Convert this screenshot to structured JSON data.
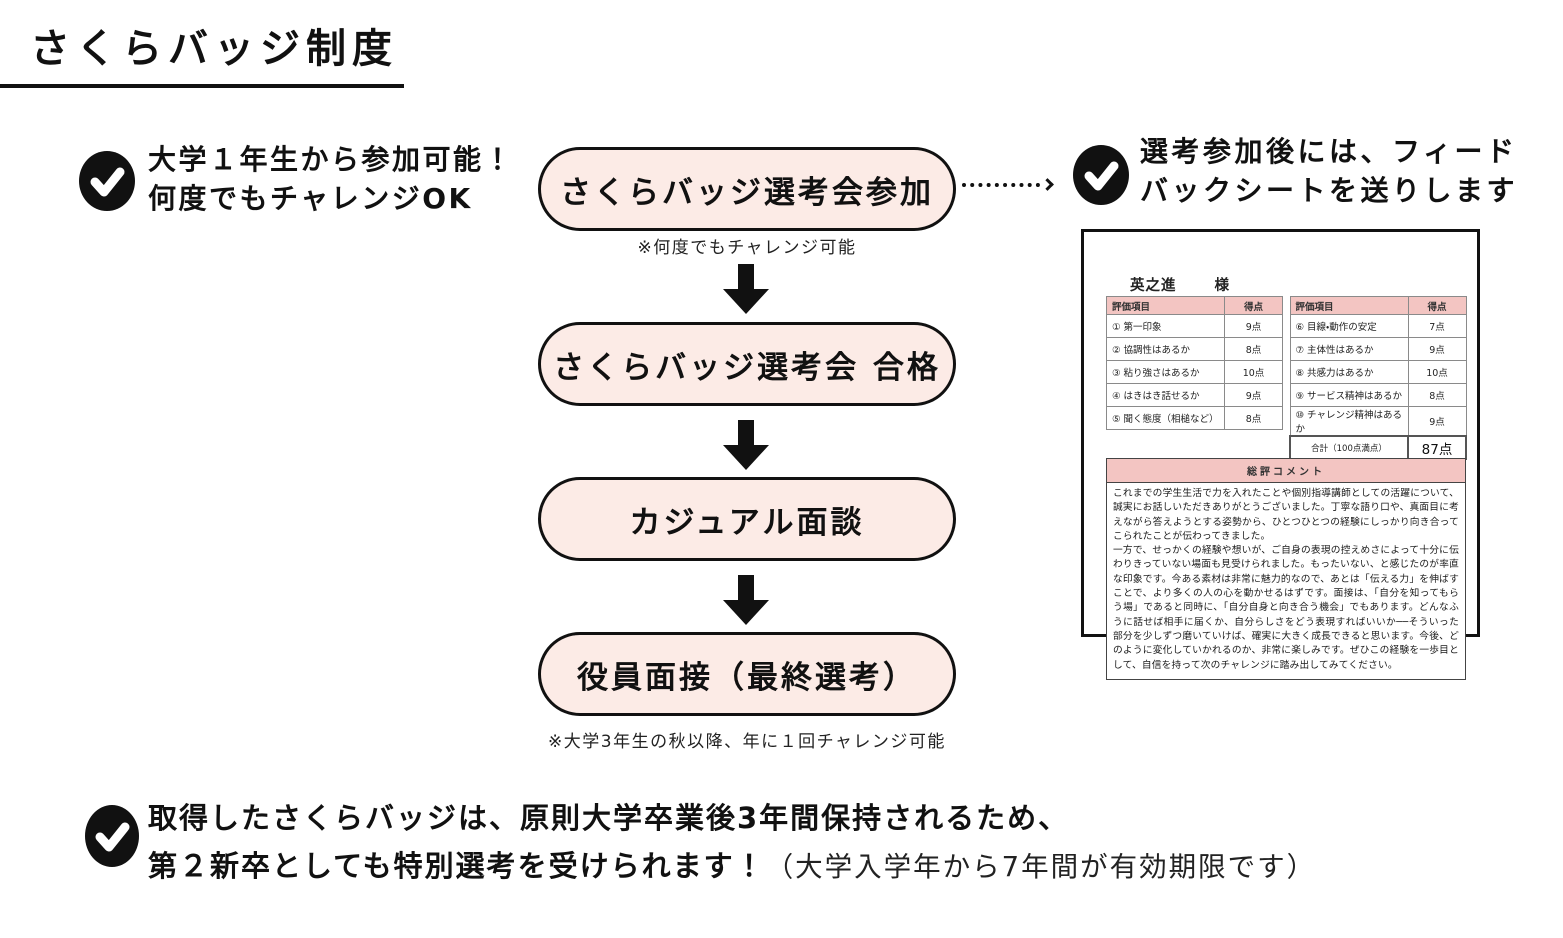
{
  "page": {
    "title": "さくらバッジ制度"
  },
  "notes": {
    "left": {
      "line1": "大学１年生から参加可能！",
      "line2": "何度でもチャレンジOK"
    },
    "right": {
      "line1": "選考参加後には、フィード",
      "line2": "バックシートを送りします"
    },
    "bottom": {
      "line1": "取得したさくらバッジは、原則大学卒業後3年間保持されるため、",
      "line2_bold": "第２新卒としても特別選考を受けられます！",
      "line2_light": "（大学入学年から7年間が有効期限です）"
    }
  },
  "flow": {
    "steps": [
      {
        "label": "さくらバッジ選考会参加",
        "note": "※何度でもチャレンジ可能"
      },
      {
        "label": "さくらバッジ選考会 合格",
        "note": ""
      },
      {
        "label": "カジュアル面談",
        "note": ""
      },
      {
        "label": "役員面接（最終選考）",
        "note": "※大学3年生の秋以降、年に１回チャレンジ可能"
      }
    ]
  },
  "feedback_sheet": {
    "recipient": "英之進",
    "honorific": "様",
    "headers": {
      "item": "評価項目",
      "score": "得点"
    },
    "left_rows": [
      {
        "item": "① 第一印象",
        "score": "9点"
      },
      {
        "item": "② 協調性はあるか",
        "score": "8点"
      },
      {
        "item": "③ 粘り強さはあるか",
        "score": "10点"
      },
      {
        "item": "④ はきはき話せるか",
        "score": "9点"
      },
      {
        "item": "⑤ 聞く態度（相槌など）",
        "score": "8点"
      }
    ],
    "right_rows": [
      {
        "item": "⑥ 目線・動作の安定",
        "score": "7点"
      },
      {
        "item": "⑦ 主体性はあるか",
        "score": "9点"
      },
      {
        "item": "⑧ 共感力はあるか",
        "score": "10点"
      },
      {
        "item": "⑨ サービス精神はあるか",
        "score": "8点"
      },
      {
        "item": "⑩ チャレンジ精神はあるか",
        "score": "9点"
      }
    ],
    "total": {
      "label": "合計（100点満点）",
      "score": "87点"
    },
    "comment": {
      "header": "総評コメント",
      "body": "これまでの学生生活で力を入れたことや個別指導講師としての活躍について、誠実にお話しいただきありがとうございました。丁寧な語り口や、真面目に考えながら答えようとする姿勢から、ひとつひとつの経験にしっかり向き合ってこられたことが伝わってきました。\n一方で、せっかくの経験や想いが、ご自身の表現の控えめさによって十分に伝わりきっていない場面も見受けられました。もったいない、と感じたのが率直な印象です。今ある素材は非常に魅力的なので、あとは「伝える力」を伸ばすことで、より多くの人の心を動かせるはずです。面接は、「自分を知ってもらう場」であると同時に、「自分自身と向き合う機会」でもあります。どんなふうに話せば相手に届くか、自分らしさをどう表現すればいいか──そういった部分を少しずつ磨いていけば、確実に大きく成長できると思います。今後、どのように変化していかれるのか、非常に楽しみです。ぜひこの経験を一歩目として、自信を持って次のチャレンジに踏み出してみてください。"
    }
  },
  "colors": {
    "box_fill": "#fcebe6",
    "table_header": "#f3c5c2",
    "ink": "#111111"
  }
}
